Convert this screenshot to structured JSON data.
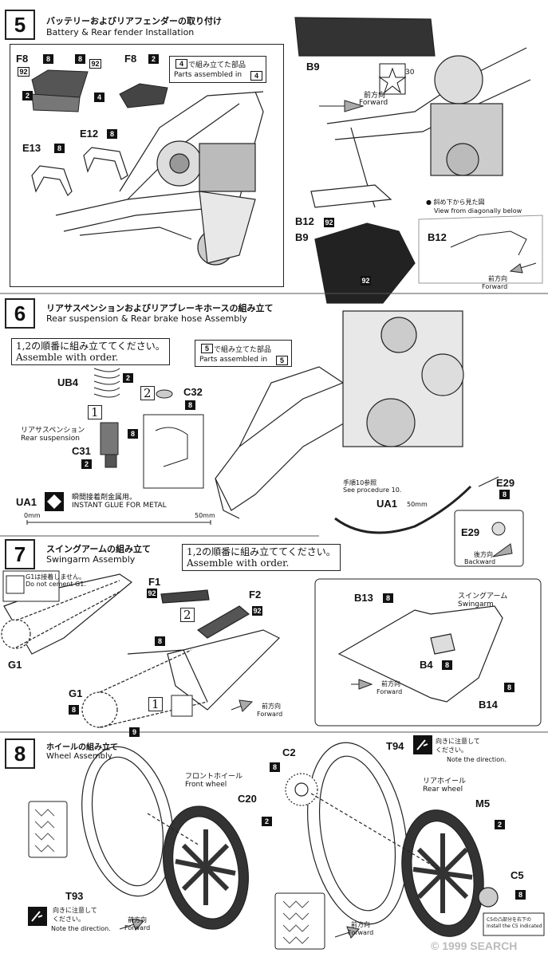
{
  "steps": [
    {
      "num": "5",
      "title_jp": "バッテリーおよびリアフェンダーの取り付け",
      "title_en": "Battery & Rear fender Installation"
    },
    {
      "num": "6",
      "title_jp": "リアサスペンションおよびリアブレーキホースの組み立て",
      "title_en": "Rear suspension & Rear brake hose Assembly"
    },
    {
      "num": "7",
      "title_jp": "スイングアームの組み立て",
      "title_en": "Swingarm Assembly"
    },
    {
      "num": "8",
      "title_jp": "ホイールの組み立て",
      "title_en": "Wheel Assembly"
    }
  ],
  "s5": {
    "assembled_jp": "で組み立てた部品",
    "assembled_en": "Parts assembled in",
    "assembled_num": "4",
    "parts": {
      "f8": "F8",
      "e12": "E12",
      "e13": "E13",
      "b9": "B9",
      "b12": "B12"
    },
    "codes": {
      "c8": "8",
      "c92": "92",
      "c4": "4",
      "c2": "2",
      "c30": "30"
    },
    "forward_jp": "前方向",
    "forward_en": "Forward",
    "view_jp": "● 斜め下から見た図",
    "view_en": "View from diagonally below"
  },
  "s6": {
    "order_jp": "1,2の順番に組み立ててください。",
    "order_en": "Assemble with order.",
    "assembled_jp": "で組み立てた部品",
    "assembled_en": "Parts assembled in",
    "assembled_num": "5",
    "parts": {
      "ub4": "UB4",
      "c32": "C32",
      "c31": "C31",
      "ua1": "UA1",
      "e29": "E29"
    },
    "suspension_jp": "リアサスペンション",
    "suspension_en": "Rear suspension",
    "glue_jp": "瞬間接着剤金属用。",
    "glue_en": "INSTANT GLUE  FOR METAL",
    "scale_start": "0mm",
    "scale_end": "50mm",
    "procedure_jp": "手順10参照",
    "procedure_en": "See procedure 10.",
    "length": "50mm",
    "backward_jp": "後方向",
    "backward_en": "Backward",
    "ord1": "1",
    "ord2": "2",
    "codes": {
      "c2": "2",
      "c8": "8"
    }
  },
  "s7": {
    "order_jp": "1,2の順番に組み立ててください。",
    "order_en": "Assemble with order.",
    "no_cement_jp": "G1は接着しません。",
    "no_cement_en": "Do not cement G1.",
    "parts": {
      "g1": "G1",
      "f1": "F1",
      "f2": "F2",
      "b13": "B13",
      "b4": "B4",
      "b14": "B14"
    },
    "swingarm_jp": "スイングアーム",
    "swingarm_en": "Swingarm",
    "forward_jp": "前方向",
    "forward_en": "Forward",
    "ord1": "1",
    "ord2": "2",
    "codes": {
      "c8": "8",
      "c9": "9",
      "c92": "92"
    }
  },
  "s8": {
    "parts": {
      "c2": "C2",
      "c20": "C20",
      "t93": "T93",
      "t94": "T94",
      "m5": "M5",
      "c5": "C5"
    },
    "front_jp": "フロントホイール",
    "front_en": "Front wheel",
    "rear_jp": "リアホイール",
    "rear_en": "Rear wheel",
    "direction_jp": "向きに注意して",
    "direction_jp2": "ください。",
    "direction_en": "Note the direction.",
    "forward_jp": "前方向",
    "forward_en": "Forward",
    "c5_note1": "C5の凸部分を右下の",
    "c5_note2": "Install the C5 indicated",
    "codes": {
      "c8": "8",
      "c2": "2"
    }
  },
  "watermark": "© 1999 SEARCH"
}
